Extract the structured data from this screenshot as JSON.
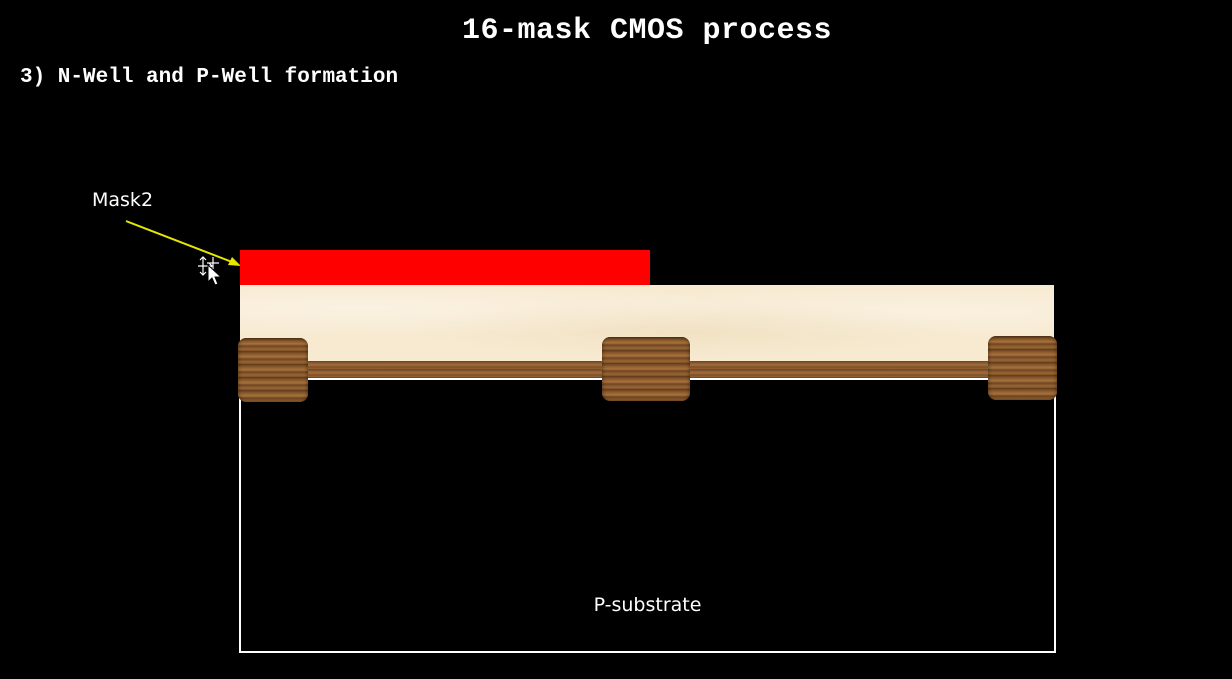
{
  "slide": {
    "title": "16-mask CMOS process",
    "step_heading": "3) N-Well and P-Well formation"
  },
  "diagram": {
    "mask_label": "Mask2",
    "substrate_label": "P-substrate",
    "layers": [
      "mask",
      "photoresist",
      "oxide",
      "field-oxide",
      "substrate"
    ],
    "colors": {
      "background": "#000000",
      "mask": "#ff0000",
      "photoresist": "#f7ead1",
      "oxide": "#8b5a2b",
      "pointer": "#e6e600",
      "substrate_outline": "#ffffff",
      "text": "#ffffff"
    },
    "icons": [
      "move-cursor-icon"
    ]
  }
}
